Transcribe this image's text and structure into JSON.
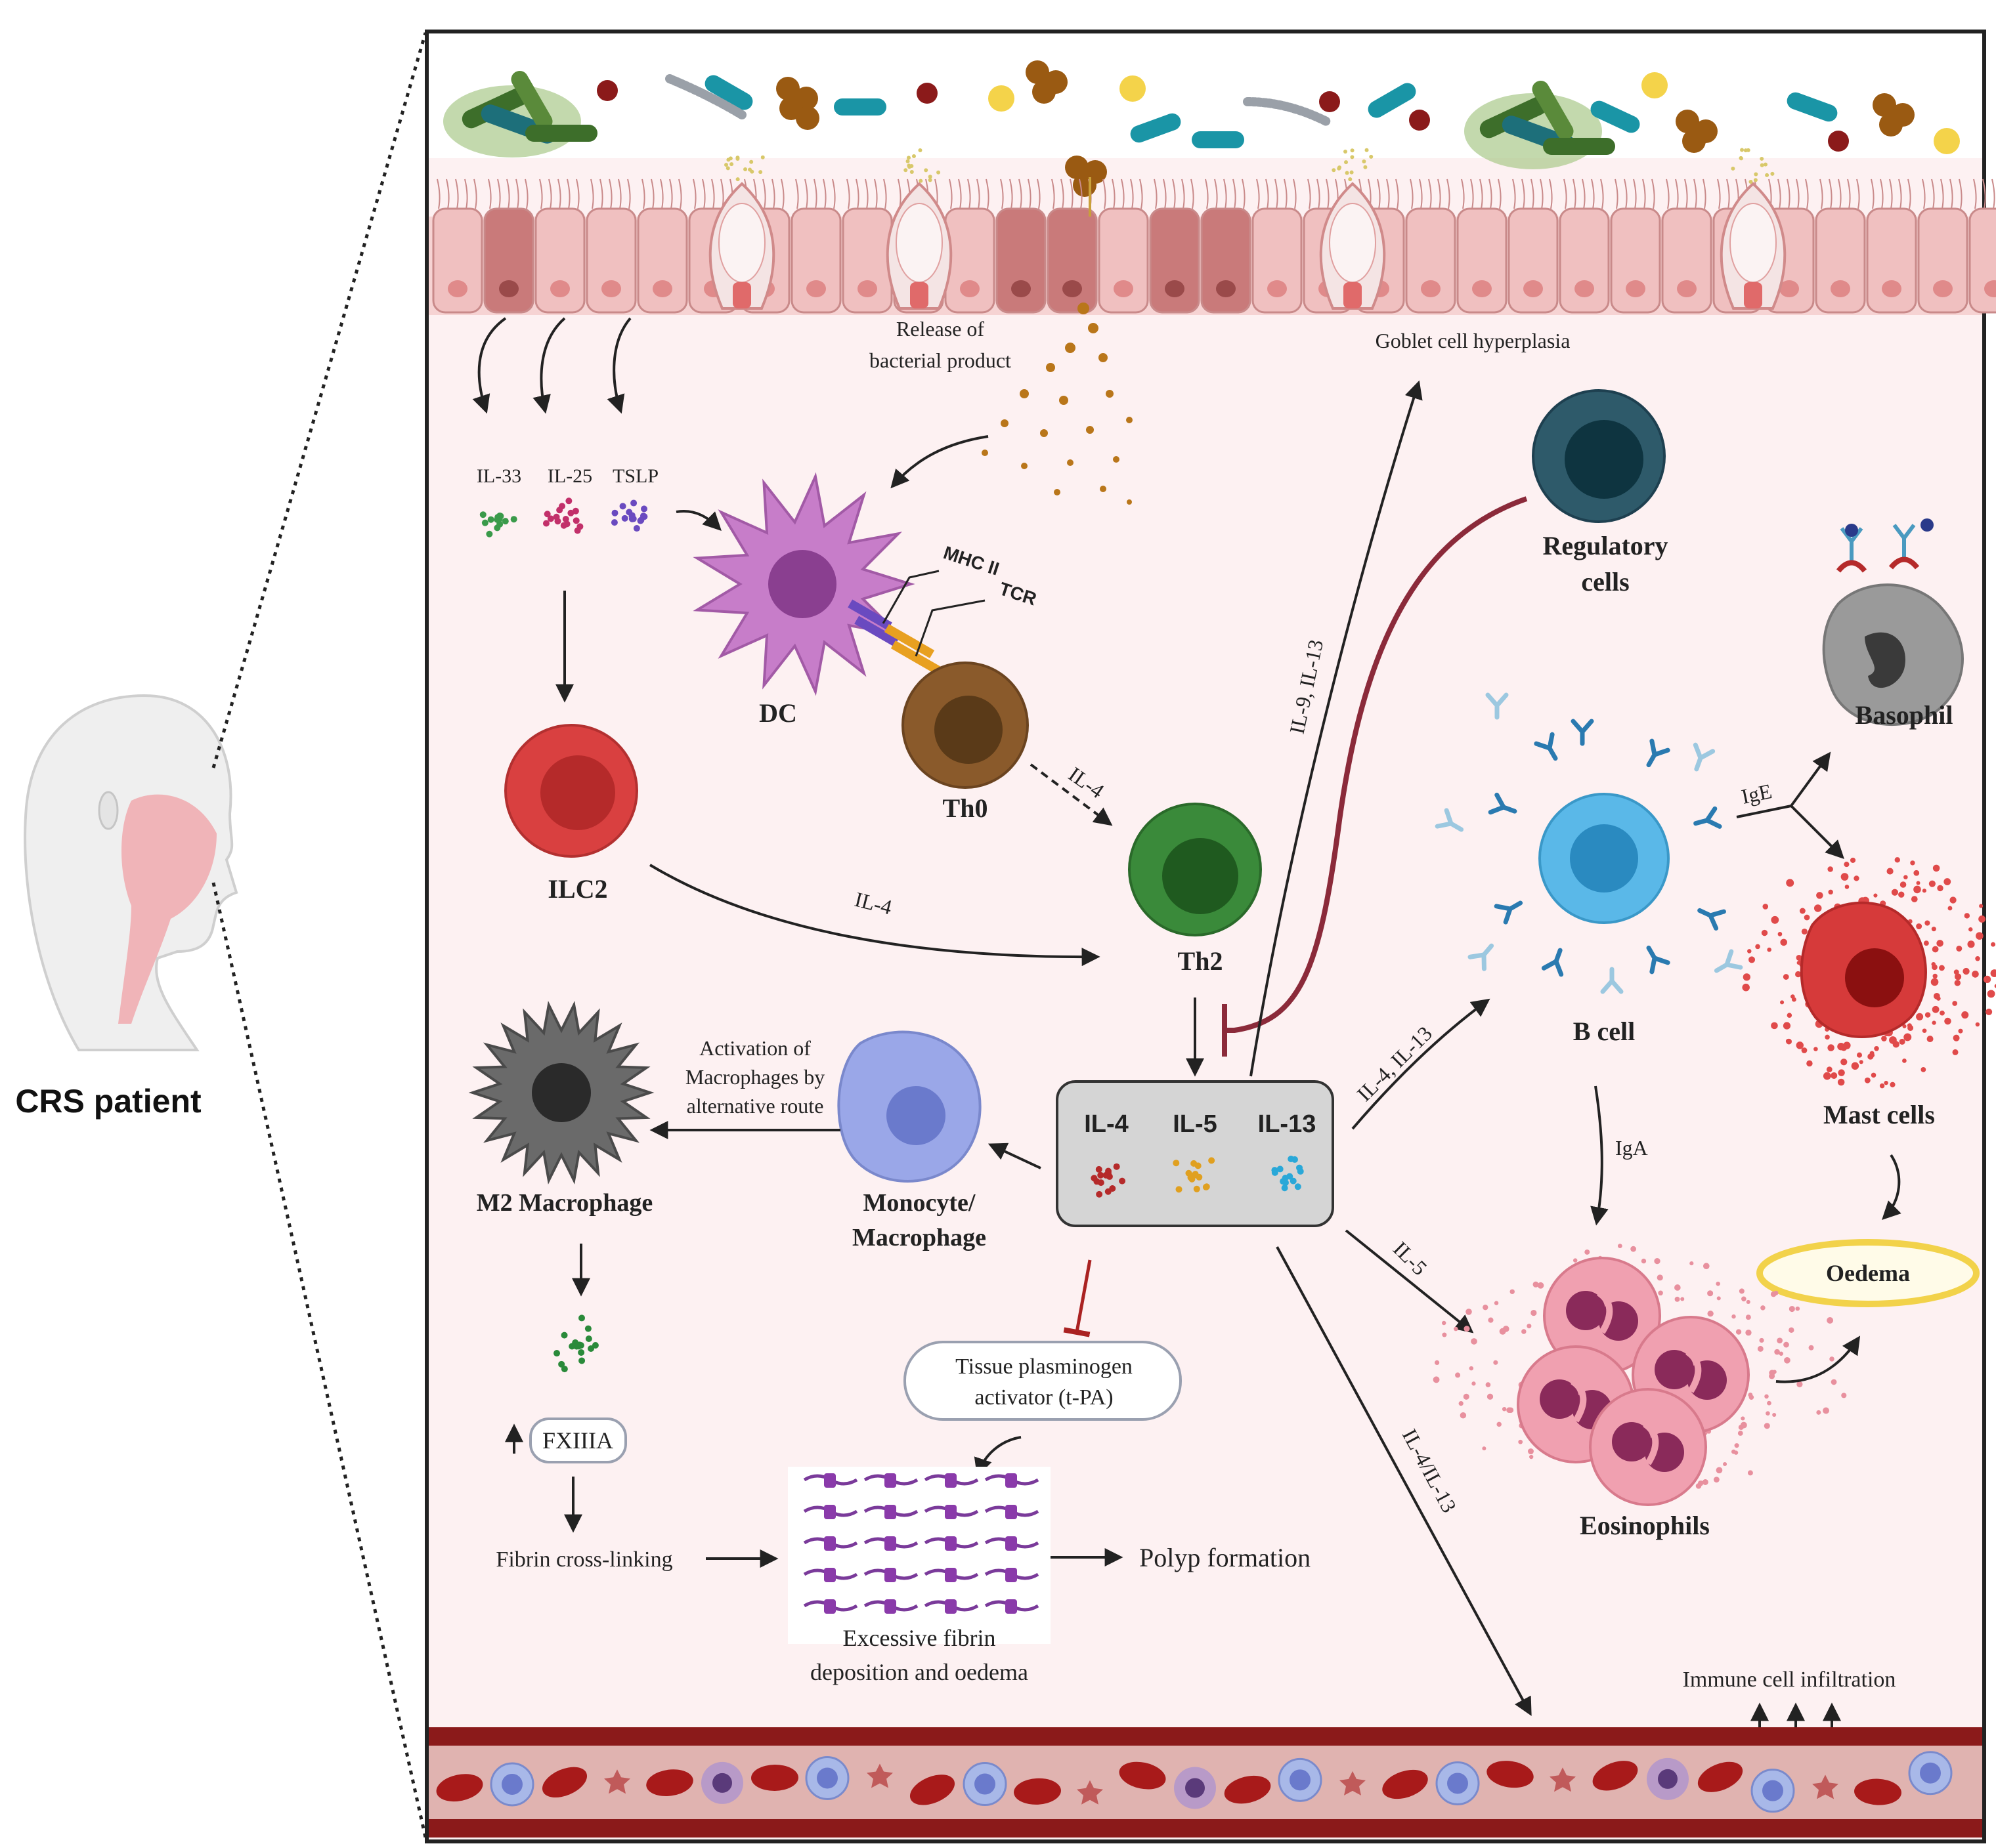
{
  "patient": {
    "label": "CRS patient"
  },
  "epithelium": {
    "bacterial_release": [
      "Release of",
      "bacterial product"
    ],
    "goblet_label": "Goblet cell hyperplasia"
  },
  "alarmins": {
    "il33": "IL-33",
    "il25": "IL-25",
    "tslp": "TSLP"
  },
  "receptors": {
    "mhc": "MHC II",
    "tcr": "TCR"
  },
  "cells": {
    "dc": "DC",
    "th0": "Th0",
    "ilc2": "ILC2",
    "th2": "Th2",
    "regulatory": [
      "Regulatory",
      "cells"
    ],
    "basophil": "Basophil",
    "bcell": "B cell",
    "mast": "Mast cells",
    "eosinophils": "Eosinophils",
    "monocyte": [
      "Monocyte/",
      "Macrophage"
    ],
    "m2": "M2 Macrophage"
  },
  "arrows": {
    "il4_th0": "IL-4",
    "il4_ilc2": "IL-4",
    "il9_il13": "IL-9, IL-13",
    "il4_il13_b": "IL-4, IL-13",
    "il5": "IL-5",
    "il4_il13_slash": "IL-4/IL-13",
    "ige": "IgE",
    "iga": "IgA",
    "activation": [
      "Activation of",
      "Macrophages by",
      "alternative route"
    ]
  },
  "cytokine_box": {
    "il4": "IL-4",
    "il5": "IL-5",
    "il13": "IL-13"
  },
  "outcomes": {
    "oedema": "Oedema",
    "tpa": [
      "Tissue plasminogen",
      "activator (t-PA)"
    ],
    "fxiiia": "FXIIIA",
    "fibrin_crosslinking": "Fibrin cross-linking",
    "fibrin_deposition": [
      "Excessive fibrin",
      "deposition and oedema"
    ],
    "polyp": "Polyp formation",
    "infiltration": "Immune cell infiltration"
  },
  "colors": {
    "tissue_bg": "#fdf1f2",
    "epithelium": "#f1c2c2",
    "vessel": "#8b1a1a",
    "dc": "#c77dc9",
    "th0": "#8a5a2b",
    "th2": "#3a8a3a",
    "ilc2": "#d94040",
    "treg": "#2e5a6a",
    "bcell": "#4aa8d8",
    "monocyte": "#9aa7e8",
    "m2": "#666666",
    "eosinophil": "#e5708a",
    "mast": "#d63a3a",
    "basophil": "#888888",
    "oedema": "#f2d24a",
    "inhibit": "#8b2a3a"
  }
}
